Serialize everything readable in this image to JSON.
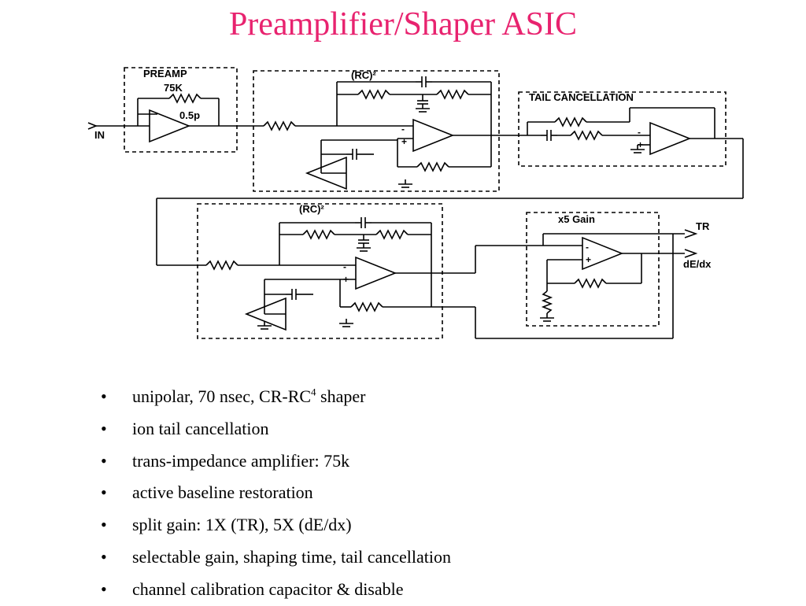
{
  "title": "Preamplifier/Shaper ASIC",
  "colors": {
    "title": "#e8236f",
    "text": "#000000",
    "schematic": "#000000"
  },
  "diagram": {
    "labels": {
      "preamp": "PREAMP",
      "feedback_resistor": "75K",
      "feedback_capacitor": "0.5p",
      "input": "IN",
      "rc_block_1": "(RC)²",
      "tail_cancellation": "TAIL CANCELLATION",
      "rc_block_2": "(RC)²",
      "gain_block": "x5 Gain",
      "output_tr": "TR",
      "output_dedx": "dE/dx"
    }
  },
  "bullets": [
    {
      "marker": "•",
      "text": "unipolar, 70 nsec, CR-RC",
      "sup": "4",
      "after": " shaper"
    },
    {
      "marker": "•",
      "text": "ion tail cancellation"
    },
    {
      "marker": "•",
      "text": "trans-impedance amplifier: 75k"
    },
    {
      "marker": "•",
      "text": "active baseline restoration"
    },
    {
      "marker": "•",
      "text": "split gain: 1X (TR), 5X (dE/dx)"
    },
    {
      "marker": "•",
      "text": "selectable gain, shaping time, tail cancellation"
    },
    {
      "marker": "•",
      "text": "channel calibration capacitor & disable"
    }
  ]
}
